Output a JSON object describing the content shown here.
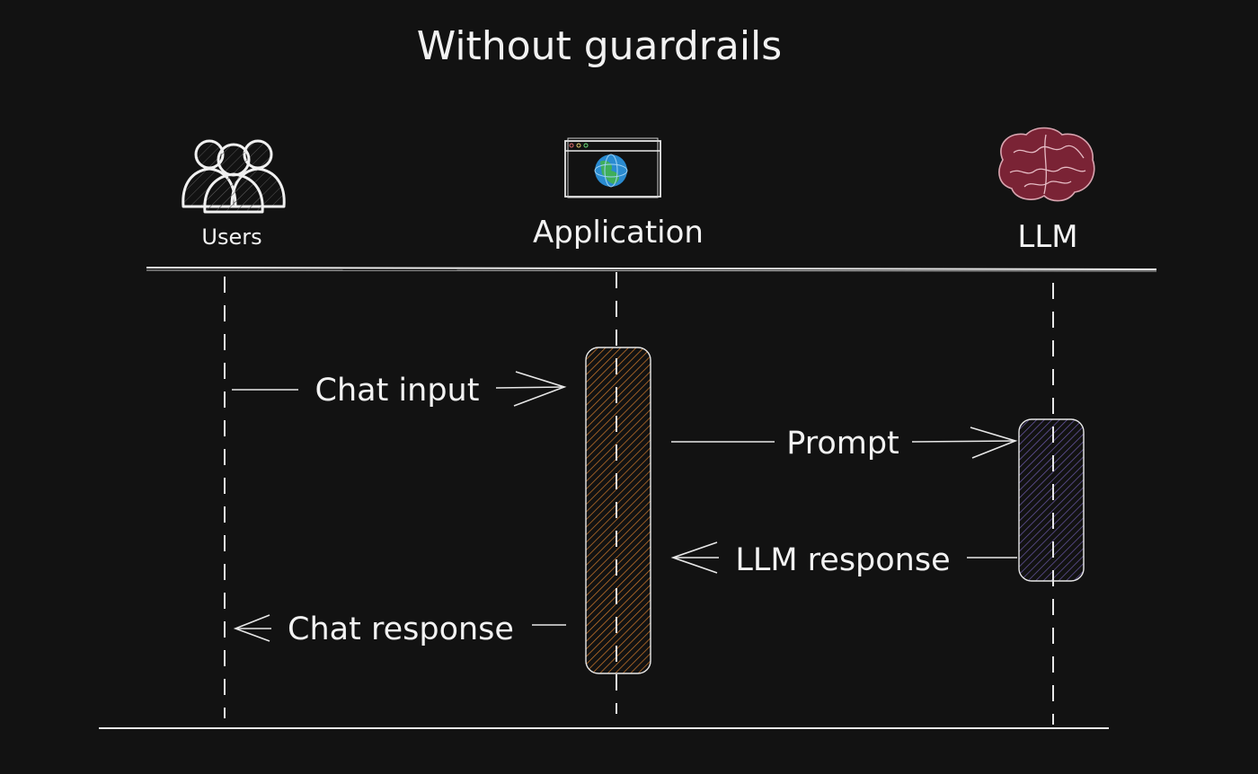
{
  "title": "Without guardrails",
  "actors": {
    "users": {
      "label": "Users",
      "icon": "users-icon"
    },
    "application": {
      "label": "Application",
      "icon": "browser-globe-icon"
    },
    "llm": {
      "label": "LLM",
      "icon": "brain-icon"
    }
  },
  "messages": {
    "chat_input": "Chat input",
    "prompt": "Prompt",
    "llm_response": "LLM response",
    "chat_response": "Chat response"
  },
  "colors": {
    "background": "#121212",
    "stroke": "#e8e8e8",
    "application_activation": "#d07a2c",
    "llm_activation": "#6b5aa8",
    "brain": "#7a2335",
    "globe": "#2a8bd0"
  }
}
